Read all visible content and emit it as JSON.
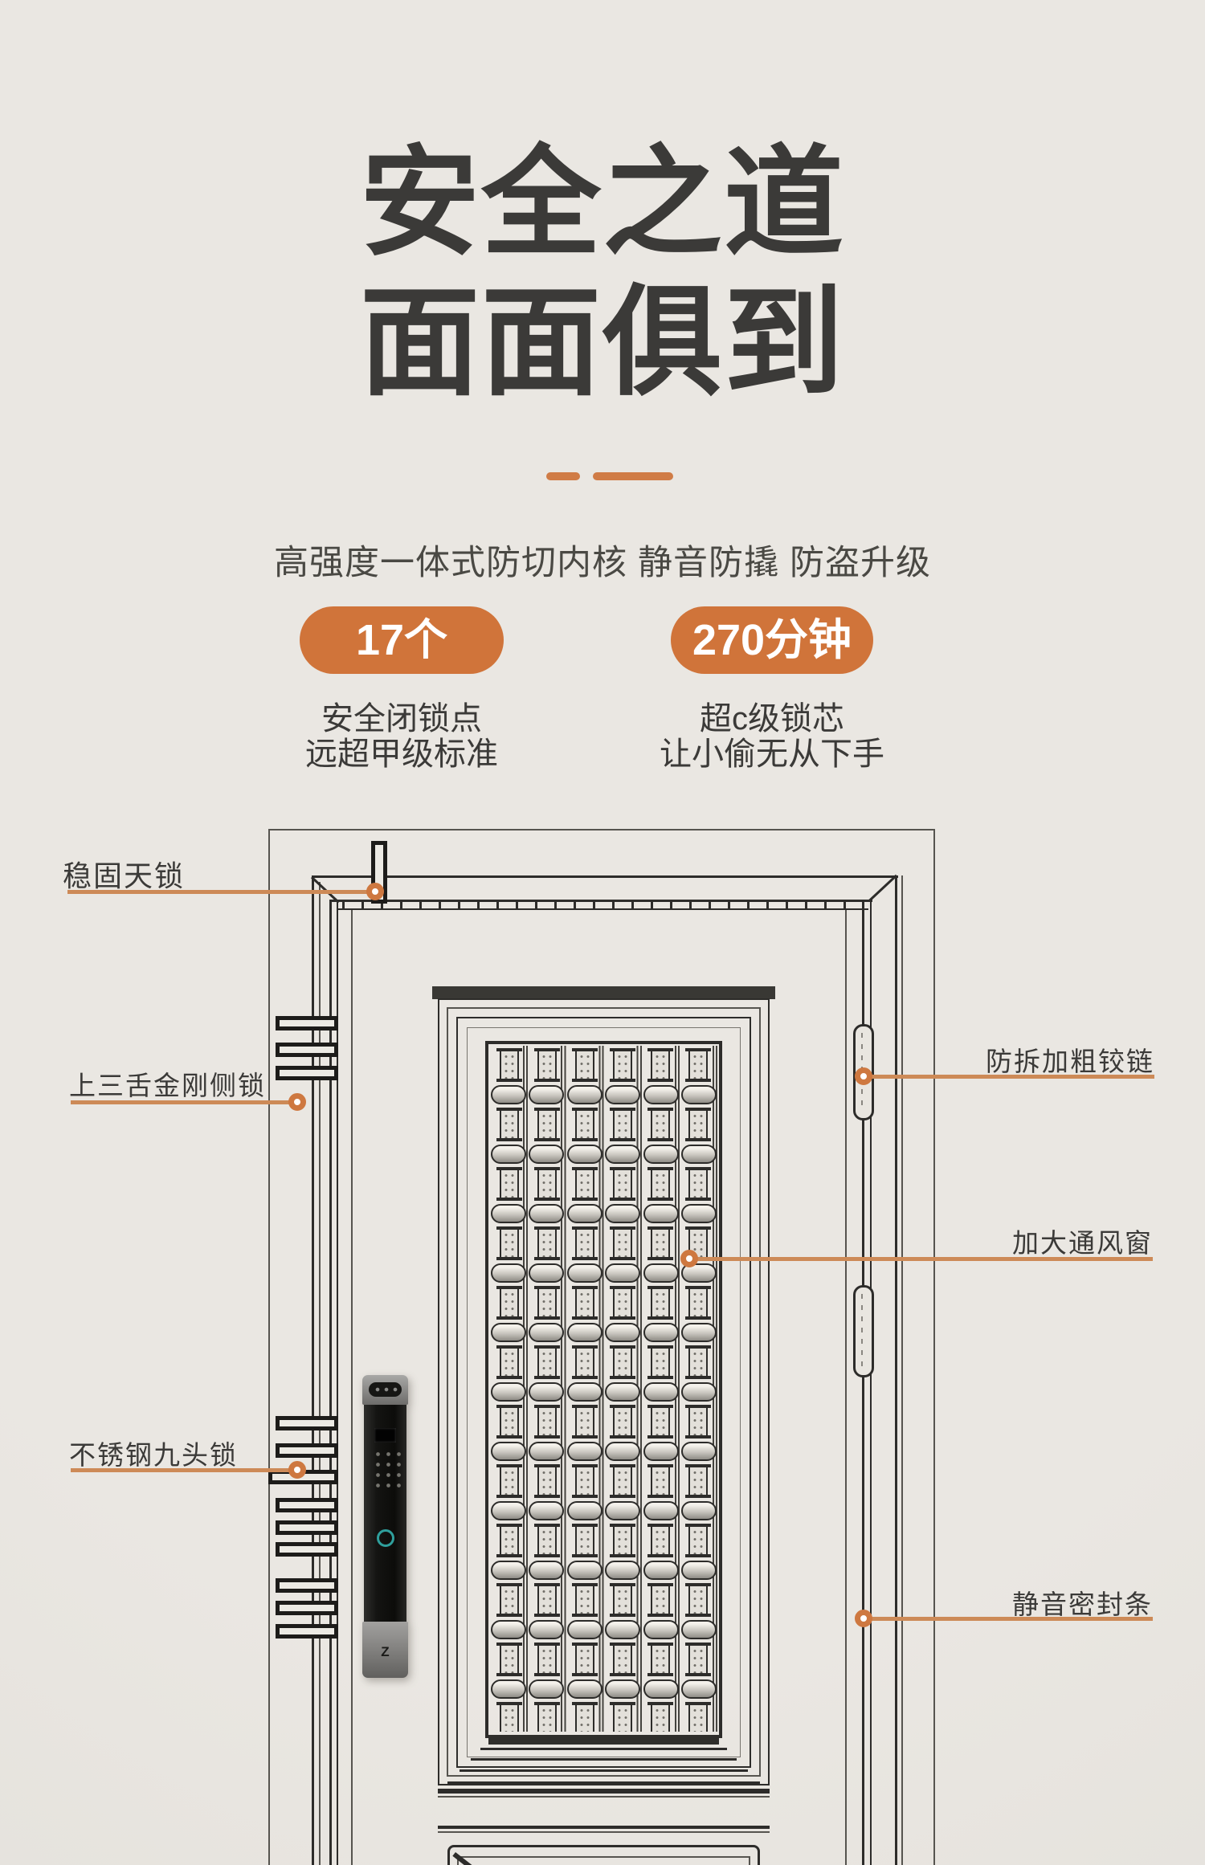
{
  "theme": {
    "background": "#e8e5e0",
    "ink": "#3b3a38",
    "accent_orange": "#d0743a",
    "divider_orange": "#d07c46",
    "leader_orange": "#cd8a57",
    "drawing_line": "#2d2c2a",
    "fingerprint_ring_teal": "#2f9f9c"
  },
  "hero": {
    "title_line1": "安全之道",
    "title_line2": "面面俱到",
    "subtitle": "高强度一体式防切内核 静音防撬 防盗升级"
  },
  "stats": [
    {
      "badge": "17个",
      "caption_line1": "安全闭锁点",
      "caption_line2": "远超甲级标准"
    },
    {
      "badge": "270分钟",
      "caption_line1": "超c级锁芯",
      "caption_line2": "让小偷无从下手"
    }
  ],
  "callouts": {
    "top_lock": "稳固天锁",
    "side_lock": "上三舌金刚侧锁",
    "nine_lock": "不锈钢九头锁",
    "hinge": "防拆加粗铰链",
    "vent": "加大通风窗",
    "seal": "静音密封条"
  },
  "lock_device": {
    "brand_logo": "Z"
  }
}
